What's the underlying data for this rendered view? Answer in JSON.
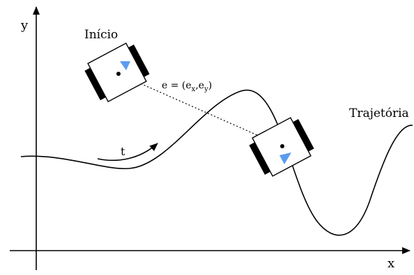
{
  "axes": {
    "x_label": "x",
    "y_label": "y"
  },
  "labels": {
    "start": "Início",
    "trajectory": "Trajetória",
    "time": "t",
    "error_prefix": "e = (e",
    "error_sub_x": "x",
    "error_mid": ",e",
    "error_sub_y": "y",
    "error_suffix": ")"
  },
  "colors": {
    "line": "#000000",
    "wheel": "#000000",
    "robot_body": "#ffffff",
    "heading_arrow": "#5b9bf0"
  },
  "icons": {
    "robot": "differential-drive-robot",
    "heading": "triangle-arrow",
    "time_direction": "curved-arrow"
  }
}
